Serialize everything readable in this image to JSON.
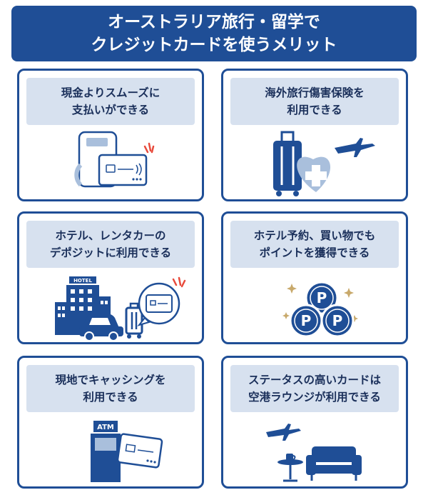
{
  "banner": {
    "line1": "オーストラリア旅行・留学で",
    "line2": "クレジットカードを使うメリット"
  },
  "cards": [
    {
      "line1": "現金よりスムーズに",
      "line2": "支払いができる",
      "icon": "card-terminal-icon"
    },
    {
      "line1": "海外旅行傷害保険を",
      "line2": "利用できる",
      "icon": "luggage-insurance-icon"
    },
    {
      "line1": "ホテル、レンタカーの",
      "line2": "デポジットに利用できる",
      "icon": "hotel-car-deposit-icon",
      "hotel_sign": "HOTEL"
    },
    {
      "line1": "ホテル予約、買い物でも",
      "line2": "ポイントを獲得できる",
      "icon": "points-icon",
      "coin_letter": "P"
    },
    {
      "line1": "現地でキャッシングを",
      "line2": "利用できる",
      "icon": "atm-icon",
      "atm_sign": "ATM"
    },
    {
      "line1": "ステータスの高いカードは",
      "line2": "空港ラウンジが利用できる",
      "icon": "airport-lounge-icon"
    }
  ],
  "colors": {
    "navy": "#1f4e96",
    "label_bg": "#d7e1ef",
    "light_blue": "#a9bfdc",
    "accent_red": "#e84a3b"
  }
}
